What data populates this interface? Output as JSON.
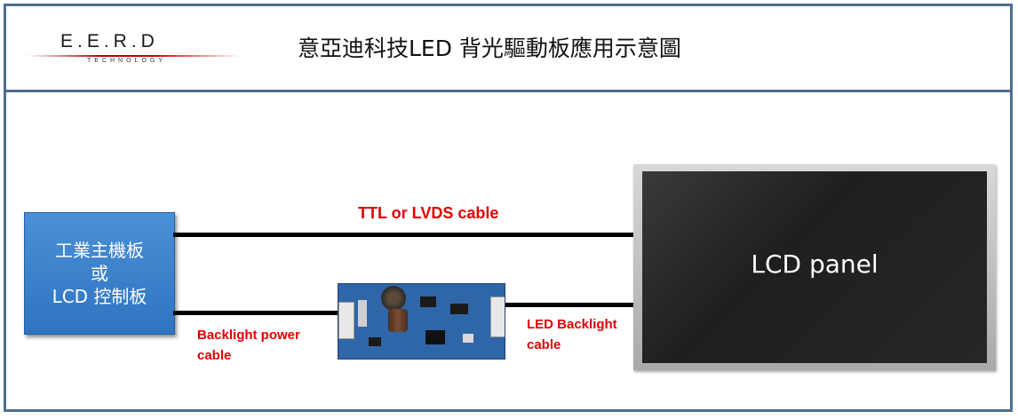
{
  "header": {
    "logo": {
      "name": "E.E.R.D",
      "subtitle": "TECHNOLOGY"
    },
    "title": "意亞迪科技LED 背光驅動板應用示意圖"
  },
  "diagram": {
    "board_box": {
      "line1": "工業主機板",
      "line2": "或",
      "line3": "LCD 控制板"
    },
    "panel_label": "LCD panel",
    "cables": {
      "signal": "TTL or LVDS cable",
      "power_line1": "Backlight power",
      "power_line2": "cable",
      "led_line1": "LED Backlight",
      "led_line2": "cable"
    }
  }
}
